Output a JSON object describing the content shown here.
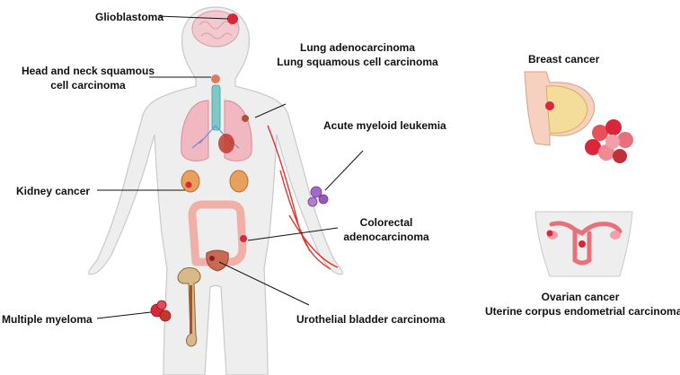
{
  "labels": {
    "glioblastoma": "Glioblastoma",
    "head_neck_1": "Head and neck squamous",
    "head_neck_2": "cell carcinoma",
    "lung_1": "Lung adenocarcinoma",
    "lung_2": "Lung squamous cell carcinoma",
    "aml": "Acute myeloid leukemia",
    "kidney": "Kidney cancer",
    "colorectal_1": "Colorectal",
    "colorectal_2": "adenocarcinoma",
    "myeloma": "Multiple myeloma",
    "bladder": "Urothelial bladder carcinoma",
    "breast": "Breast cancer",
    "ovarian_1": "Ovarian cancer",
    "ovarian_2": "Uterine corpus endometrial carcinoma"
  },
  "colors": {
    "body": "#eeeeee",
    "body_outline": "#c9c9c9",
    "lung": "#f2b8c2",
    "tumor": "#d9263a",
    "artery": "#e8302c",
    "leukemia_cell": "#9b59b6",
    "bone": "#d7b98a"
  }
}
